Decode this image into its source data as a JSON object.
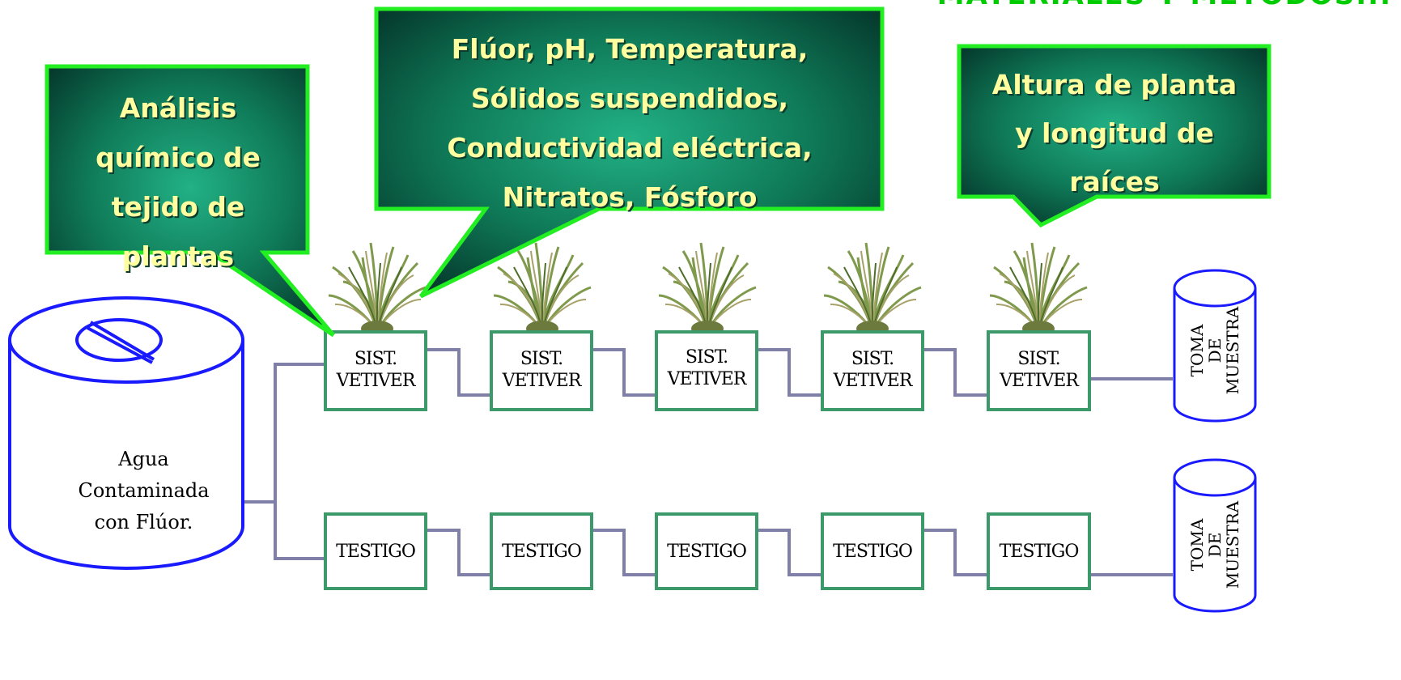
{
  "header": {
    "title": "MATERIALES Y METODOS..."
  },
  "callouts": {
    "plant_analysis": [
      "Análisis",
      "químico de",
      "tejido de",
      "plantas"
    ],
    "parameters": [
      "Flúor, pH, Temperatura,",
      "Sólidos suspendidos,",
      "Conductividad eléctrica,",
      "Nitratos, Fósforo"
    ],
    "growth": [
      "Altura de planta",
      "y longitud de",
      "raíces"
    ]
  },
  "tank": {
    "lines": [
      "Agua",
      "Contaminada",
      "con Flúor."
    ]
  },
  "vetiver_row": {
    "boxes": [
      [
        "SIST.",
        "VETIVER"
      ],
      [
        "SIST.",
        "VETIVER"
      ],
      [
        "SIST.",
        "VETIVER"
      ],
      [
        "SIST.",
        "VETIVER"
      ],
      [
        "SIST.",
        "VETIVER"
      ]
    ]
  },
  "control_row": {
    "boxes": [
      "TESTIGO",
      "TESTIGO",
      "TESTIGO",
      "TESTIGO",
      "TESTIGO"
    ]
  },
  "samples": {
    "top": [
      "TOMA",
      "DE",
      "MUESTRA"
    ],
    "bottom": [
      "TOMA",
      "DE",
      "MUESTRA"
    ]
  },
  "colors": {
    "callout_fill_center": "#1fa37a",
    "callout_fill_edge": "#063f30",
    "callout_border": "#22ee22",
    "callout_text": "#ffffa0",
    "box_border": "#3c9a6a",
    "connector": "#7f7fa8",
    "tank_border": "#1a1aff",
    "header": "#00cc00"
  }
}
